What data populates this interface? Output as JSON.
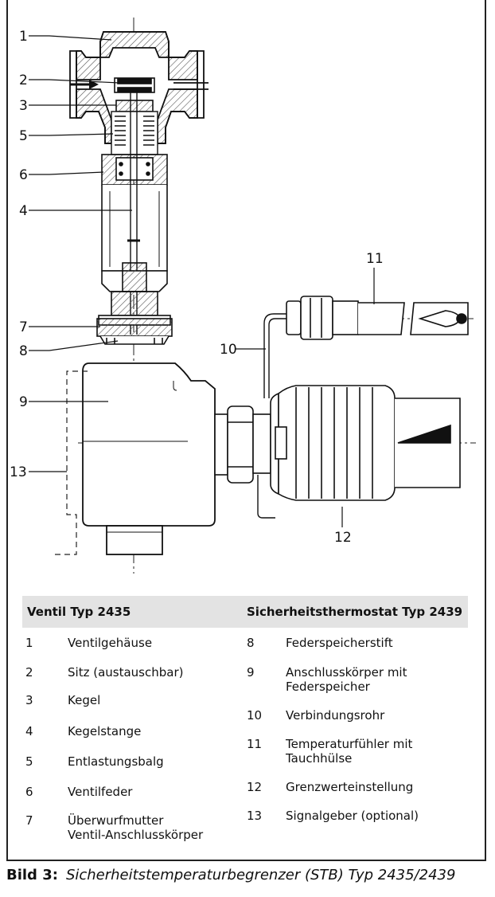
{
  "callouts": [
    "1",
    "2",
    "3",
    "5",
    "6",
    "4",
    "7",
    "8",
    "9",
    "13",
    "10",
    "11",
    "12"
  ],
  "legend": {
    "left_header": "Ventil Typ 2435",
    "right_header": "Sicherheitsthermostat Typ 2439",
    "left_items": [
      {
        "num": "1",
        "text": "Ventilgehäuse"
      },
      {
        "num": "2",
        "text": "Sitz (austauschbar)"
      },
      {
        "num": "3",
        "text": "Kegel"
      },
      {
        "num": "4",
        "text": "Kegelstange"
      },
      {
        "num": "5",
        "text": "Entlastungsbalg"
      },
      {
        "num": "6",
        "text": "Ventilfeder"
      },
      {
        "num": "7",
        "text": "Überwurfmutter\nVentil-Anschlusskörper"
      }
    ],
    "right_items": [
      {
        "num": "8",
        "text": "Federspeicherstift"
      },
      {
        "num": "9",
        "text": "Anschlusskörper mit\nFederspeicher"
      },
      {
        "num": "10",
        "text": "Verbindungsrohr"
      },
      {
        "num": "11",
        "text": "Temperaturfühler mit\nTauchhülse"
      },
      {
        "num": "12",
        "text": "Grenzwerteinstellung"
      },
      {
        "num": "13",
        "text": "Signalgeber (optional)"
      }
    ]
  },
  "caption": {
    "label": "Bild 3:",
    "text": "Sicherheitstemperaturbegrenzer (STB) Typ 2435/2439"
  }
}
